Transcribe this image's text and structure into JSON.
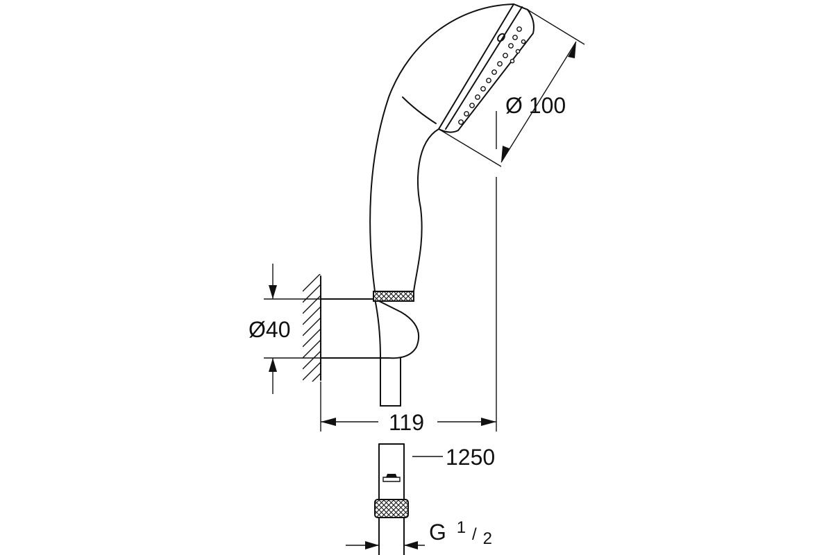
{
  "dimensions": {
    "head_diameter": "Ø 100",
    "holder_diameter": "Ø40",
    "projection": "119",
    "hose_length": "1250",
    "thread_main": "G",
    "thread_numerator": "1",
    "thread_denominator": "2"
  },
  "colors": {
    "line": "#111111",
    "background": "#ffffff"
  }
}
